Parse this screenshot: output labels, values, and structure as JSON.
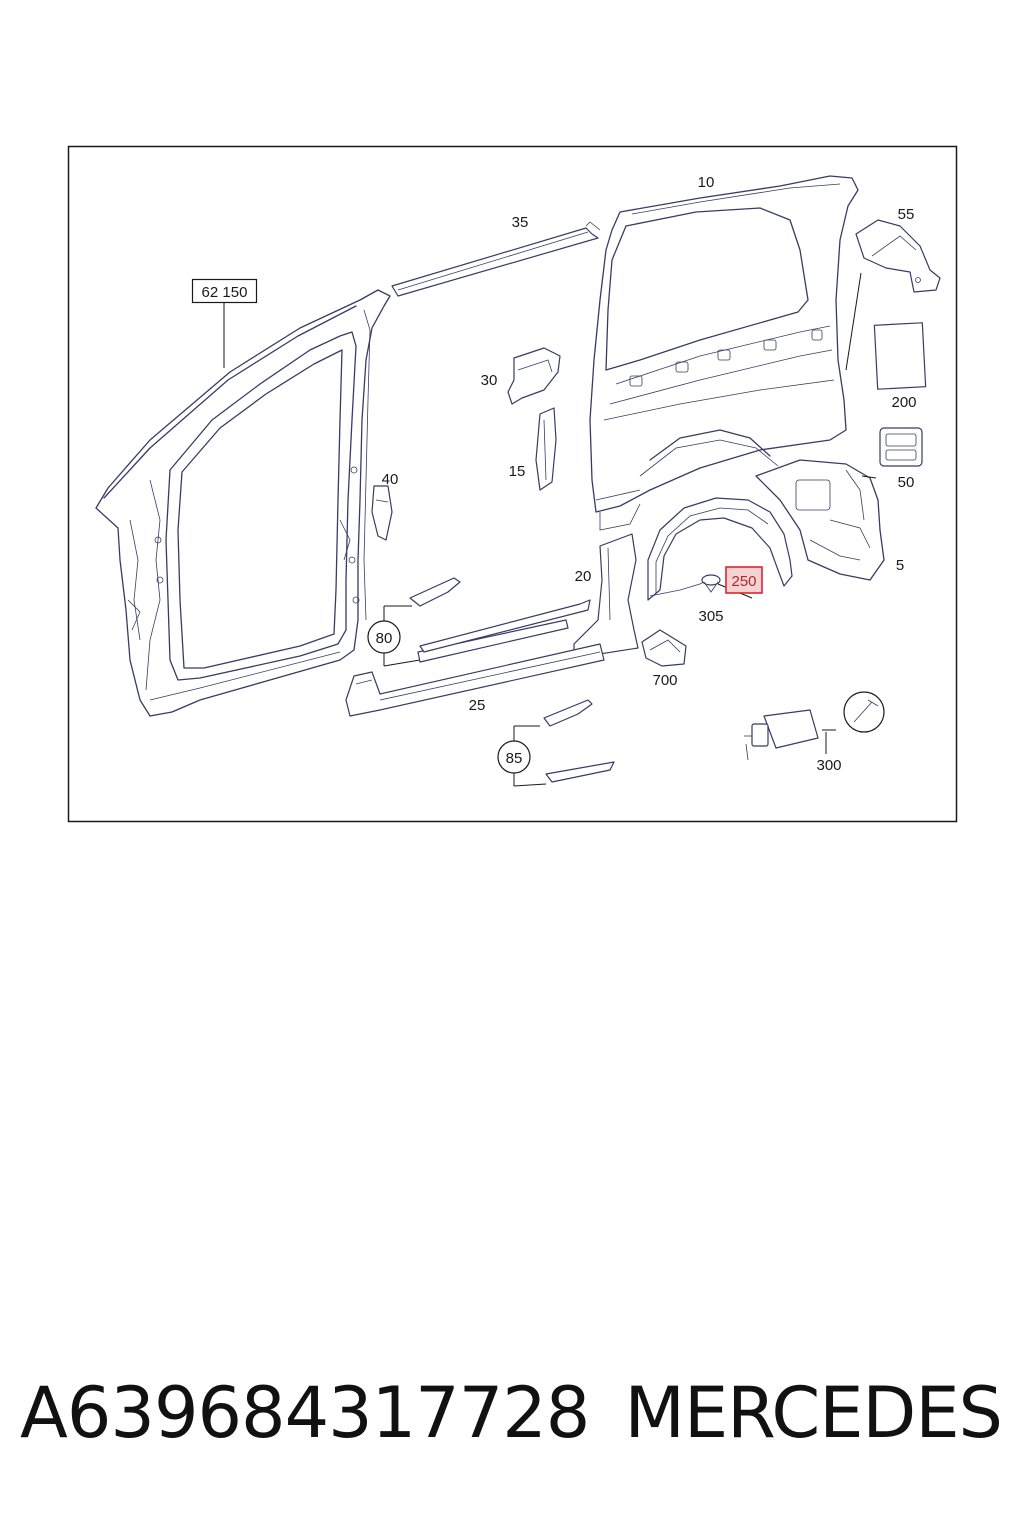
{
  "diagram": {
    "frame_ref": "62 150",
    "part_labels": [
      "10",
      "35",
      "55",
      "30",
      "200",
      "15",
      "40",
      "50",
      "5",
      "20",
      "250",
      "305",
      "80",
      "700",
      "25",
      "300",
      "85"
    ],
    "highlighted_part": "250",
    "highlight_color": "#e0262c",
    "line_color": "#3a3a66"
  },
  "footer": {
    "part_number": "A639684317728",
    "brand": "MERCEDES"
  }
}
